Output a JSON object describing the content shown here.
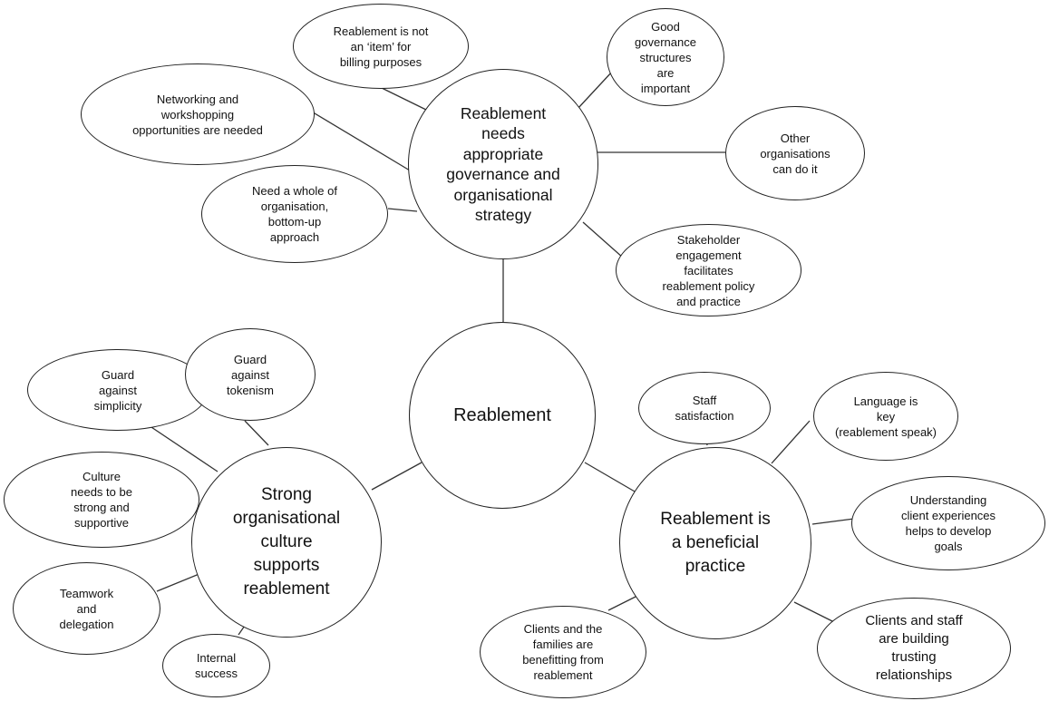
{
  "center": {
    "label": "Reablement"
  },
  "themes": {
    "governance": {
      "label": "Reablement\nneeds\nappropriate\ngovernance and\norganisational\nstrategy"
    },
    "culture": {
      "label": "Strong\norganisational\nculture\nsupports\nreablement"
    },
    "beneficial": {
      "label": "Reablement is\na beneficial\npractice"
    }
  },
  "subthemes": {
    "billing": {
      "label": "Reablement is not\nan ‘item’ for\nbilling purposes"
    },
    "good_governance": {
      "label": "Good\ngovernance\nstructures\nare\nimportant"
    },
    "networking": {
      "label": "Networking and\nworkshopping\nopportunities are needed"
    },
    "other_orgs": {
      "label": "Other\norganisations\ncan do it"
    },
    "whole_org": {
      "label": "Need a whole of\norganisation,\nbottom-up\napproach"
    },
    "stakeholder": {
      "label": "Stakeholder\nengagement\nfacilitates\nreablement policy\nand practice"
    },
    "simplicity": {
      "label": "Guard\nagainst\nsimplicity"
    },
    "tokenism": {
      "label": "Guard\nagainst\ntokenism"
    },
    "culture_strong": {
      "label": "Culture\nneeds to be\nstrong and\nsupportive"
    },
    "teamwork": {
      "label": "Teamwork\nand\ndelegation"
    },
    "internal": {
      "label": "Internal\nsuccess"
    },
    "staff_satisfaction": {
      "label": "Staff\nsatisfaction"
    },
    "language": {
      "label": "Language is\nkey\n(reablement speak)"
    },
    "client_experiences": {
      "label": "Understanding\nclient experiences\nhelps to develop\ngoals"
    },
    "families": {
      "label": "Clients and the\nfamilies are\nbenefitting from\nreablement"
    },
    "trusting": {
      "label": "Clients and staff\nare building\ntrusting\nrelationships"
    }
  }
}
